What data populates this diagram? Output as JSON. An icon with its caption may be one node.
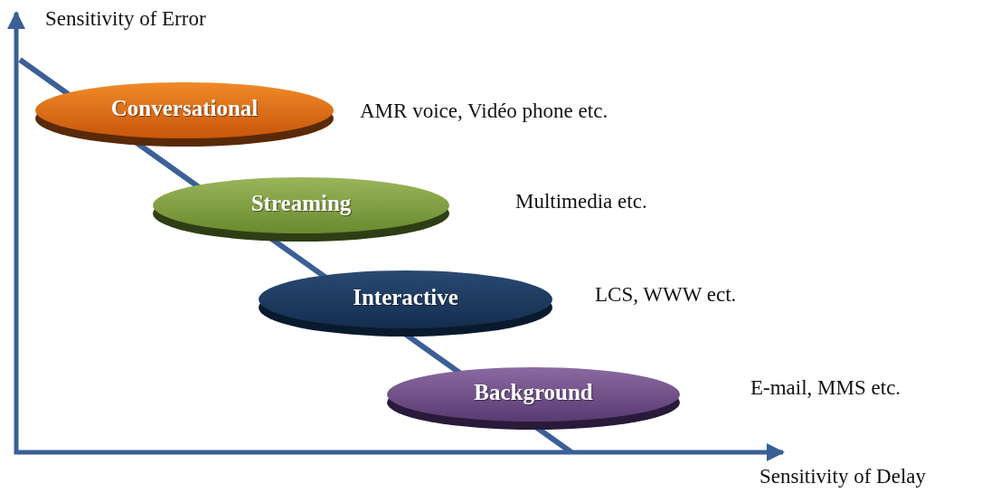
{
  "diagram": {
    "nodes": [
      {
        "text": [
          "Conversational"
        ],
        "beside": [
          "AMR voice, Vidéo phone etc."
        ]
      },
      {
        "text": [
          "Streaming"
        ],
        "beside": [
          "Multimedia etc."
        ]
      },
      {
        "text": [
          "Interactive"
        ],
        "beside": [
          "LCS, WWW ect."
        ]
      },
      {
        "text": [
          "Background"
        ],
        "beside": [
          "E-mail, MMS etc."
        ]
      }
    ],
    "labels": [
      "Sensitivity of Error",
      "Sensitivity of Delay"
    ]
  }
}
